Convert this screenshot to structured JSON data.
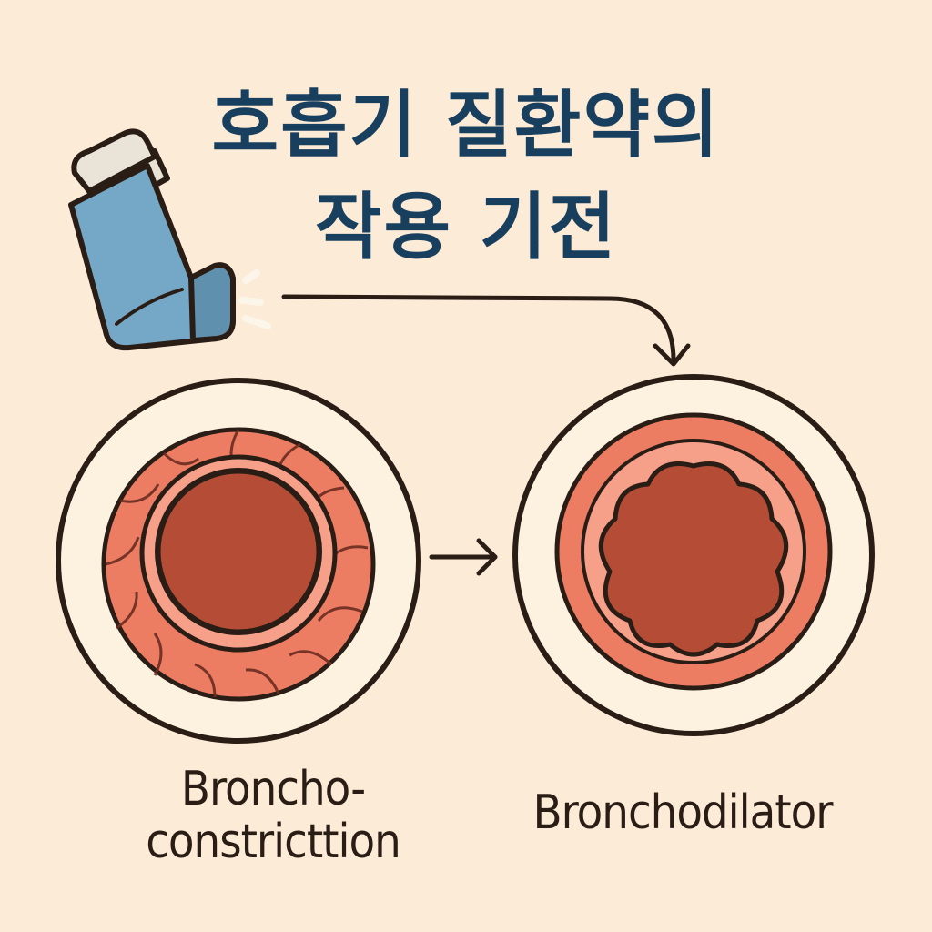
{
  "title": {
    "line1": "호흡기 질환약의",
    "line2": "작용 기전"
  },
  "labels": {
    "left_line1": "Broncho-",
    "left_line2": "constricttion",
    "right": "Bronchodilator"
  },
  "icons": {
    "device": "inhaler-icon",
    "spray": "spray-icon",
    "arrow": "arrow-icon",
    "airway": "airway-cross-section-icon"
  },
  "colors": {
    "background": "#fcebd6",
    "title": "#193f5f",
    "outline": "#2a1d16",
    "ring_fill": "#fcf2df",
    "muscle": "#ec7d63",
    "lining": "#f6a08a",
    "lumen": "#b54c35",
    "inhaler_body": "#74a8c6",
    "inhaler_cap": "#e9e3d6"
  }
}
